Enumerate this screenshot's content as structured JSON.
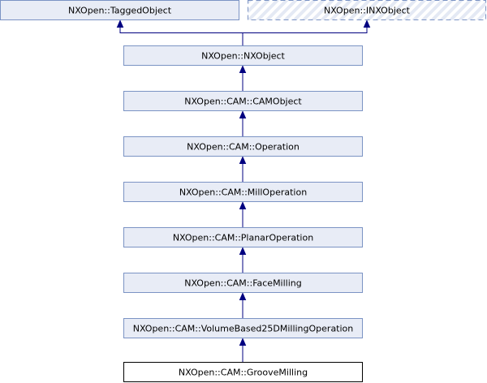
{
  "diagram": {
    "type": "inheritance-graph",
    "colors": {
      "node_fill": "#e8ecf6",
      "node_border": "#7b93c4",
      "edge": "#000080",
      "current_border": "#000000",
      "current_fill": "#ffffff",
      "hatch": "#d7deee"
    },
    "nodes": [
      {
        "id": "tagged",
        "label": "NXOpen::TaggedObject",
        "style": "normal"
      },
      {
        "id": "inx",
        "label": "NXOpen::INXObject",
        "style": "interface"
      },
      {
        "id": "nxobject",
        "label": "NXOpen::NXObject",
        "style": "normal"
      },
      {
        "id": "camobject",
        "label": "NXOpen::CAM::CAMObject",
        "style": "normal"
      },
      {
        "id": "operation",
        "label": "NXOpen::CAM::Operation",
        "style": "normal"
      },
      {
        "id": "milloperation",
        "label": "NXOpen::CAM::MillOperation",
        "style": "normal"
      },
      {
        "id": "planaroperation",
        "label": "NXOpen::CAM::PlanarOperation",
        "style": "normal"
      },
      {
        "id": "facemilling",
        "label": "NXOpen::CAM::FaceMilling",
        "style": "normal"
      },
      {
        "id": "volumebased",
        "label": "NXOpen::CAM::VolumeBased25DMillingOperation",
        "style": "normal"
      },
      {
        "id": "groovemilling",
        "label": "NXOpen::CAM::GrooveMilling",
        "style": "current"
      }
    ],
    "edges": [
      {
        "from": "nxobject",
        "to": "tagged"
      },
      {
        "from": "nxobject",
        "to": "inx"
      },
      {
        "from": "camobject",
        "to": "nxobject"
      },
      {
        "from": "operation",
        "to": "camobject"
      },
      {
        "from": "milloperation",
        "to": "operation"
      },
      {
        "from": "planaroperation",
        "to": "milloperation"
      },
      {
        "from": "facemilling",
        "to": "planaroperation"
      },
      {
        "from": "volumebased",
        "to": "facemilling"
      },
      {
        "from": "groovemilling",
        "to": "volumebased"
      }
    ]
  }
}
